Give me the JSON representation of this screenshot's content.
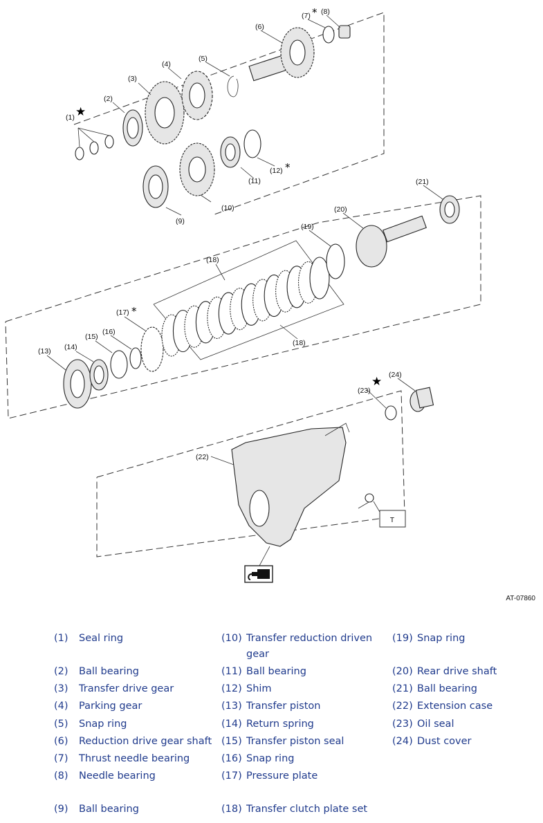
{
  "figure_ref": "AT-07860",
  "torque_box_label": "T",
  "callouts": [
    "(1)",
    "(2)",
    "(3)",
    "(4)",
    "(5)",
    "(6)",
    "(7)",
    "(8)",
    "(9)",
    "(10)",
    "(11)",
    "(12)",
    "(13)",
    "(14)",
    "(15)",
    "(16)",
    "(17)",
    "(18)",
    "(18)",
    "(19)",
    "(20)",
    "(21)",
    "(22)",
    "(23)",
    "(24)"
  ],
  "legend": [
    {
      "num": "(1)",
      "name": "Seal ring"
    },
    {
      "num": "(2)",
      "name": "Ball bearing"
    },
    {
      "num": "(3)",
      "name": "Transfer drive gear"
    },
    {
      "num": "(4)",
      "name": "Parking gear"
    },
    {
      "num": "(5)",
      "name": "Snap ring"
    },
    {
      "num": "(6)",
      "name": "Reduction drive gear shaft"
    },
    {
      "num": "(7)",
      "name": "Thrust needle bearing"
    },
    {
      "num": "(8)",
      "name": "Needle bearing"
    },
    {
      "num": "(9)",
      "name": "Ball bearing"
    },
    {
      "num": "(10)",
      "name": "Transfer reduction driven"
    },
    {
      "num": "",
      "name": "gear"
    },
    {
      "num": "(11)",
      "name": "Ball bearing"
    },
    {
      "num": "(12)",
      "name": "Shim"
    },
    {
      "num": "(13)",
      "name": "Transfer piston"
    },
    {
      "num": "(14)",
      "name": "Return spring"
    },
    {
      "num": "(15)",
      "name": "Transfer piston seal"
    },
    {
      "num": "(16)",
      "name": "Snap ring"
    },
    {
      "num": "(17)",
      "name": "Pressure plate"
    },
    {
      "num": "(18)",
      "name": "Transfer clutch plate set"
    },
    {
      "num": "(19)",
      "name": "Snap ring"
    },
    {
      "num": "(20)",
      "name": "Rear drive shaft"
    },
    {
      "num": "(21)",
      "name": "Ball bearing"
    },
    {
      "num": "(22)",
      "name": "Extension case"
    },
    {
      "num": "(23)",
      "name": "Oil seal"
    },
    {
      "num": "(24)",
      "name": "Dust cover"
    }
  ]
}
